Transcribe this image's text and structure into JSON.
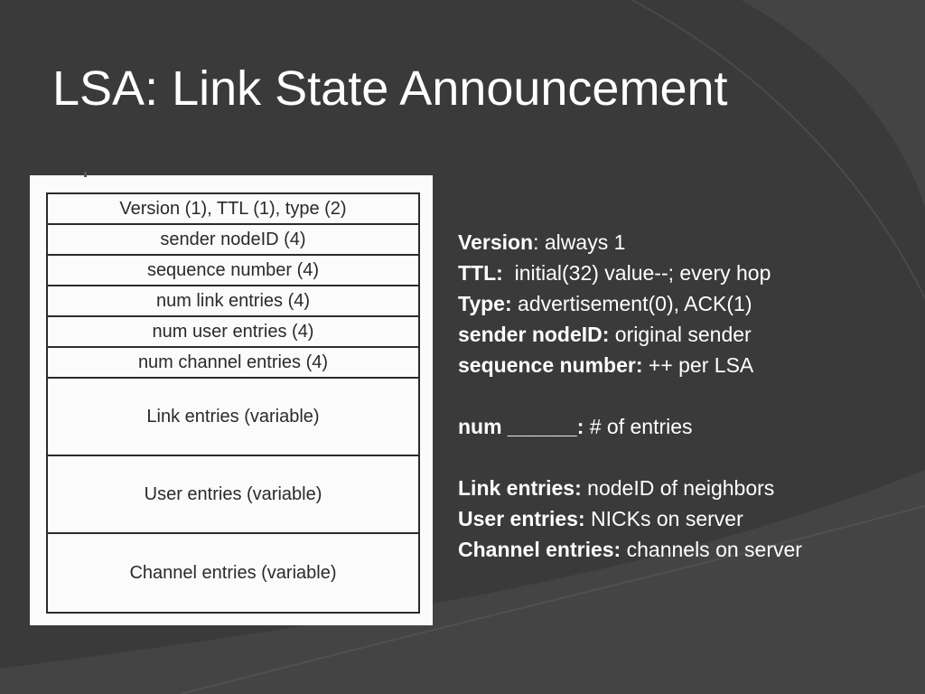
{
  "slide": {
    "title": "LSA: Link State Announcement"
  },
  "packet_fields": [
    "Version (1), TTL (1), type (2)",
    "sender nodeID (4)",
    "sequence number (4)",
    "num link entries (4)",
    "num user entries (4)",
    "num channel entries (4)",
    "Link entries (variable)",
    "User entries (variable)",
    "Channel entries (variable)"
  ],
  "descriptions": [
    {
      "term": "Version",
      "text": ": always 1"
    },
    {
      "term": "TTL:",
      "text": "  initial(32) value--; every hop"
    },
    {
      "term": "Type:",
      "text": " advertisement(0), ACK(1)"
    },
    {
      "term": "sender nodeID:",
      "text": " original sender"
    },
    {
      "term": "sequence number:",
      "text": " ++ per LSA"
    },
    {
      "term": "",
      "text": ""
    },
    {
      "term": "num ______:",
      "text": " # of entries"
    },
    {
      "term": "",
      "text": ""
    },
    {
      "term": "Link entries:",
      "text": " nodeID of neighbors"
    },
    {
      "term": "User entries:",
      "text": " NICKs on server"
    },
    {
      "term": "Channel entries:",
      "text": " channels on server"
    }
  ],
  "colors": {
    "background": "#3a3a3a",
    "title_text": "#ffffff",
    "figure_background": "#fbfbfb"
  }
}
